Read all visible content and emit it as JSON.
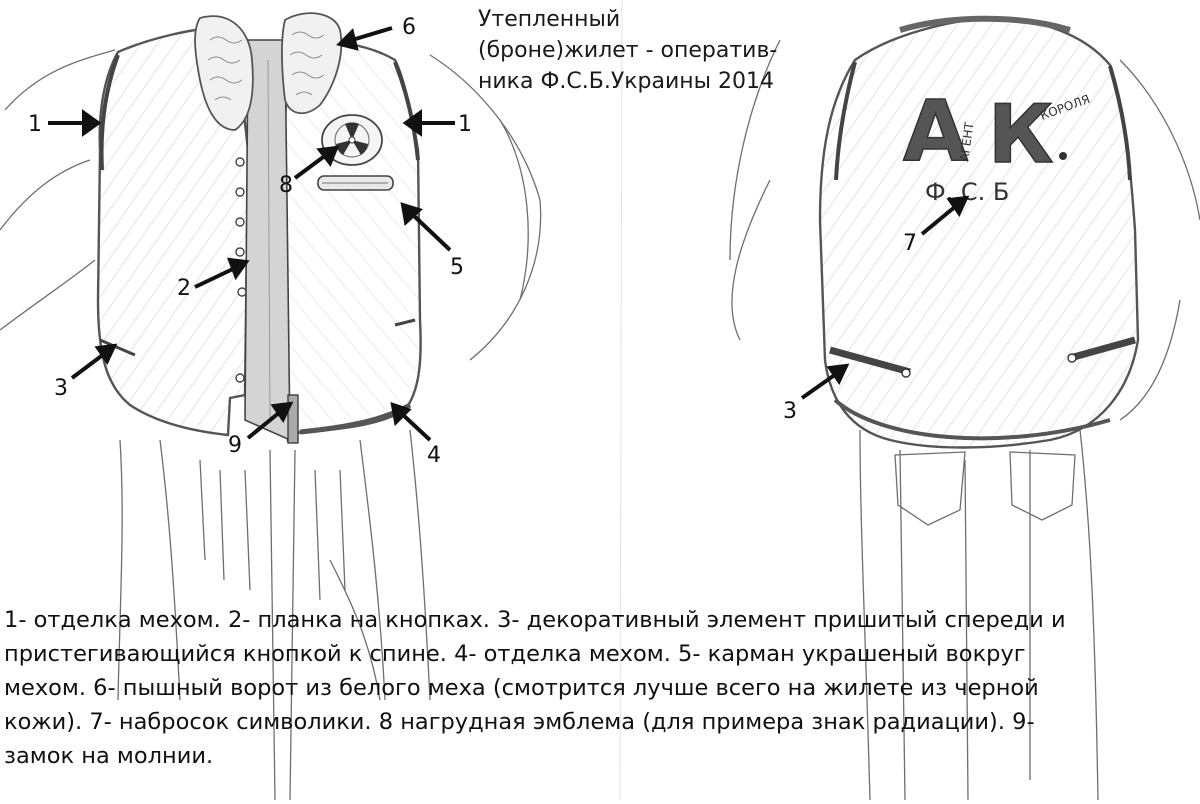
{
  "title_lines": [
    "Утепленный",
    "(броне)жилет - оператив-",
    "ника Ф.С.Б.Украины 2014"
  ],
  "front_callouts": [
    "1",
    "6",
    "1",
    "8",
    "5",
    "2",
    "3",
    "9",
    "4"
  ],
  "back_callouts": [
    "7",
    "3"
  ],
  "back_lettering": {
    "monogram_a": "А",
    "monogram_k": "К",
    "side_left": "АГЕНТ",
    "side_right": "КОРОЛЯ",
    "initials": "Ф. С. Б"
  },
  "caption_lines": [
    "1- отделка мехом. 2- планка на кнопках. 3- декоративный элемент пришитый спереди и",
    "пристегивающийся кнопкой к спине. 4- отделка мехом. 5- карман украшеный вокруг",
    "мехом. 6- пышный ворот из белого меха (смотрится лучше всего на жилете из черной",
    "кожи). 7- набросок символики. 8 нагрудная эмблема (для примера знак радиации). 9-",
    "замок на молнии."
  ],
  "colors": {
    "ink": "#111111",
    "pencil": "#6e6e6e",
    "paper": "#ffffff"
  }
}
